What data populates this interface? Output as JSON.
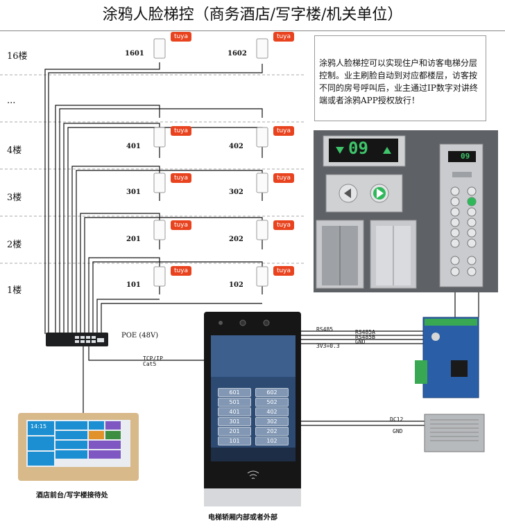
{
  "title": "涂鸦人脸梯控（商务酒店/写字楼/机关单位）",
  "floors": [
    "16楼",
    "...",
    "4楼",
    "3楼",
    "2楼",
    "1楼"
  ],
  "rooms": {
    "r1601": "1601",
    "r1602": "1602",
    "r401": "401",
    "r402": "402",
    "r301": "301",
    "r302": "302",
    "r201": "201",
    "r202": "202",
    "r101": "101",
    "r102": "102"
  },
  "tuya_label": "tuya",
  "description": "涂鸦人脸梯控可以实现住户和访客电梯分层控制。业主刷脸自动到对应都楼层，访客按不同的房号呼叫后，业主通过IP数字对讲终端或者涂鸦APP授权放行！",
  "poe_label": "POE (48V)",
  "tcp_label": "TCP/IP",
  "cat_label": "Cat5",
  "rs485_label": "RS485",
  "rs485a_label": "RS485A",
  "rs485b_label": "RS485B",
  "gnd_label": "GND",
  "v33_label": "3V3=0.3",
  "dc12_label": "DC12",
  "gnd2_label": "GND",
  "elevator_display": "09",
  "panel_display": "09",
  "panel_buttons": [
    "601",
    "602",
    "501",
    "502",
    "401",
    "402",
    "301",
    "302",
    "201",
    "202",
    "101",
    "102"
  ],
  "caption_front": "酒店前台/写字楼接待处",
  "caption_elevator": "电梯轿厢内部或者外部",
  "tablet_time": "14:15"
}
